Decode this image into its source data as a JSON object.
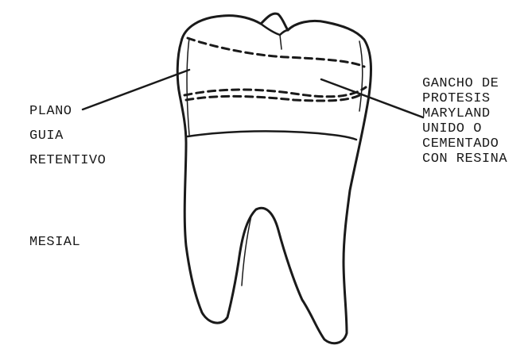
{
  "labels": {
    "left": [
      "PLANO",
      "GUIA",
      "RETENTIVO"
    ],
    "right": [
      "GANCHO DE",
      "PROTESIS",
      "MARYLAND",
      "UNIDO O",
      "CEMENTADO",
      "CON RESINA"
    ],
    "side": "MESIAL"
  },
  "colors": {
    "ink": "#1a1a1a",
    "background": "#ffffff"
  }
}
